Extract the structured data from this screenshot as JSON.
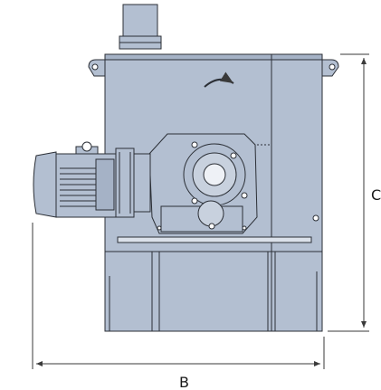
{
  "dimensions": {
    "width_label": "B",
    "height_label": "C"
  },
  "colors": {
    "housing": "#b3bfd1",
    "housing_dark": "#95a2b6",
    "line": "#2b2f36",
    "dim_line": "#3a3a3a"
  },
  "icons": {
    "rotation_arrow": "curved-arrow-right"
  }
}
